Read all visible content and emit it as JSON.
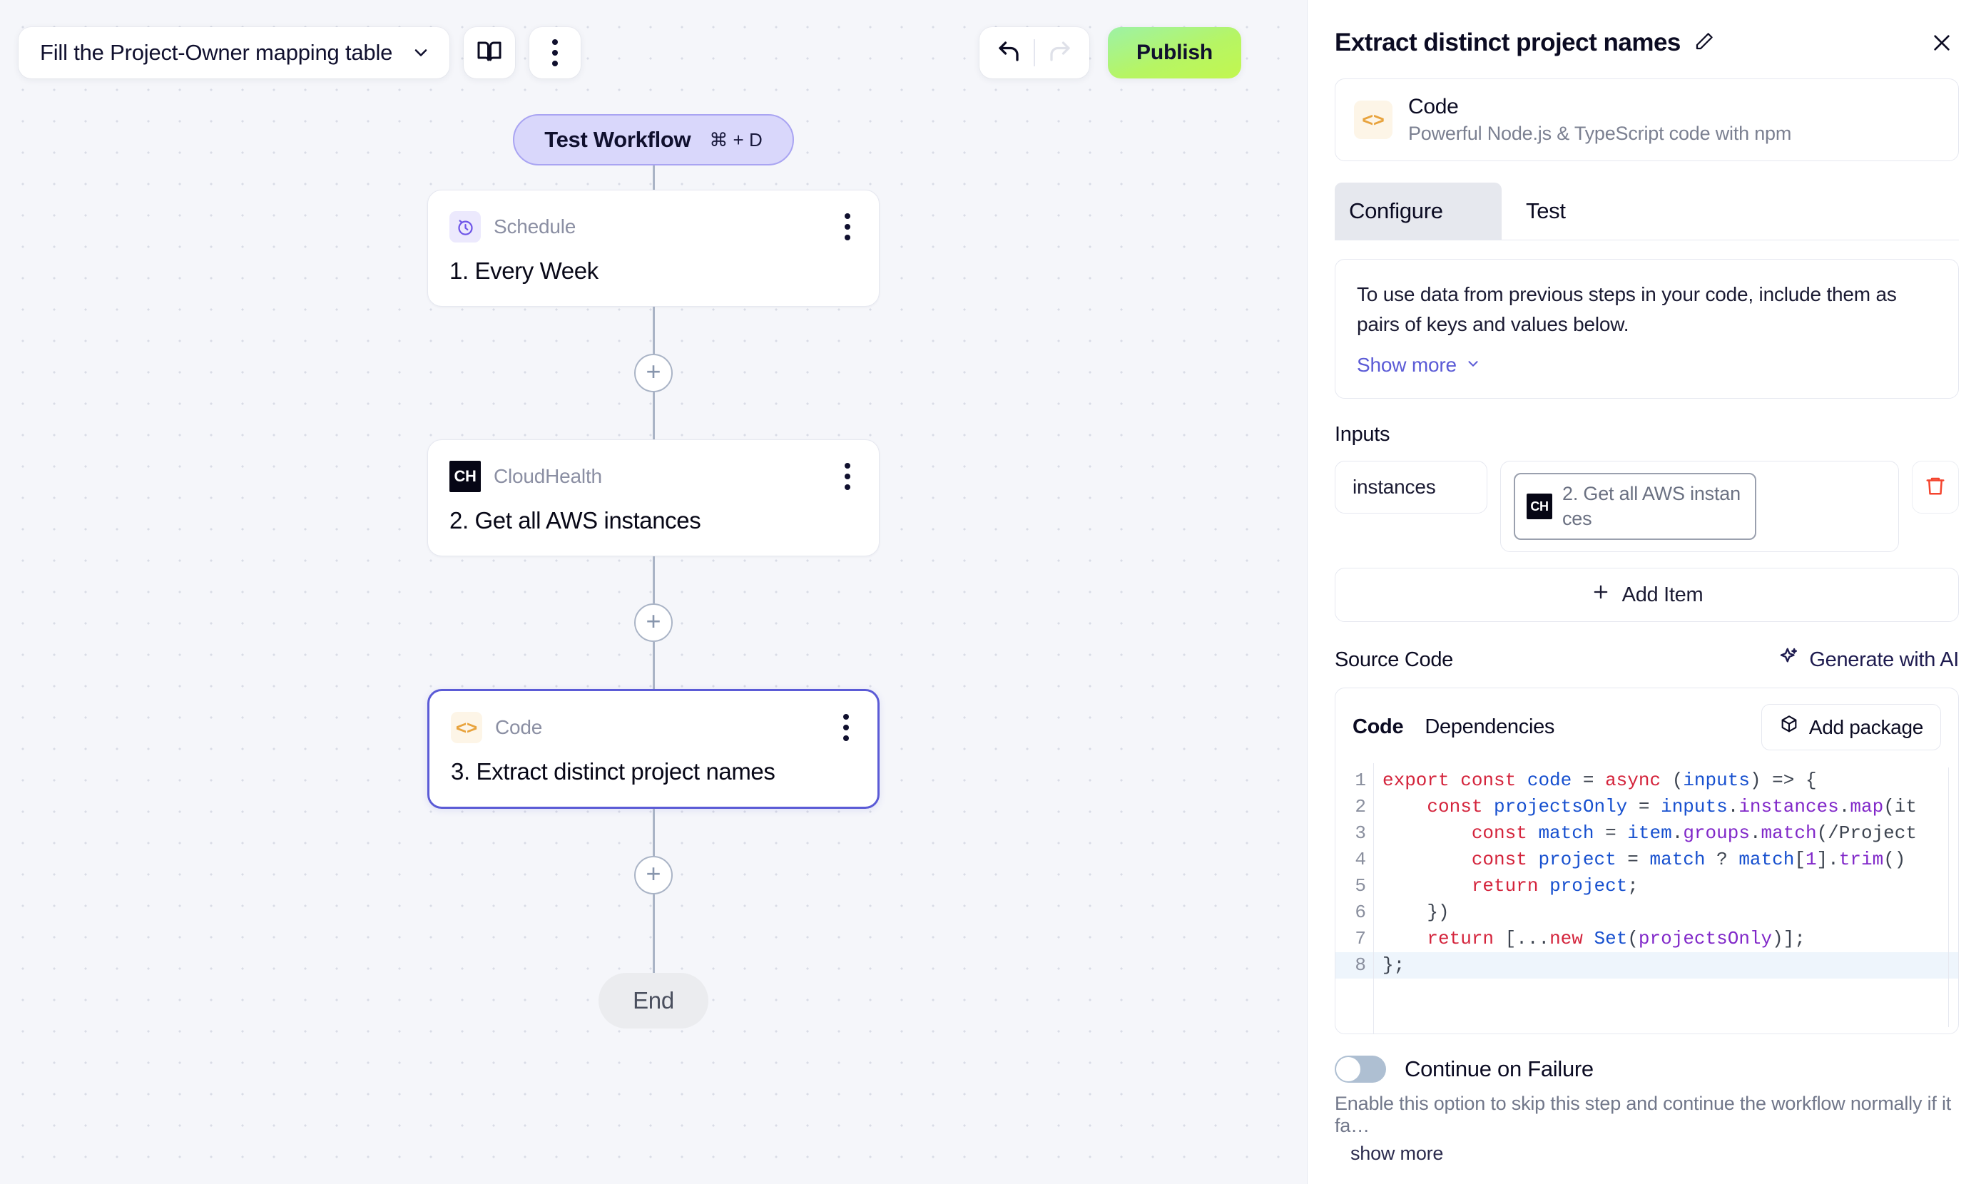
{
  "toolbar": {
    "workflow_name": "Fill the Project-Owner mapping table",
    "chevron_icon": "chevron-down-icon",
    "docs_icon": "book-icon",
    "more_icon": "more-vertical-icon",
    "undo_icon": "undo-icon",
    "redo_icon": "redo-icon",
    "publish_label": "Publish",
    "publish_color": "#b6f564"
  },
  "canvas": {
    "test_button": {
      "label": "Test Workflow",
      "shortcut": "⌘ + D"
    },
    "nodes": [
      {
        "badge": "clock-icon",
        "kind": "Schedule",
        "title": "1. Every Week",
        "selected": false
      },
      {
        "badge": "CH",
        "kind": "CloudHealth",
        "title": "2. Get all AWS instances",
        "selected": false
      },
      {
        "badge": "code-icon",
        "kind": "Code",
        "title": "3. Extract distinct project names",
        "selected": true
      }
    ],
    "add_icon": "plus-icon",
    "end_label": "End"
  },
  "panel": {
    "title": "Extract distinct project names",
    "edit_icon": "pencil-icon",
    "close_icon": "close-icon",
    "node_card": {
      "badge_icon": "code-icon",
      "name": "Code",
      "description": "Powerful Node.js & TypeScript code with npm"
    },
    "tabs": [
      {
        "label": "Configure",
        "active": true
      },
      {
        "label": "Test",
        "active": false
      }
    ],
    "info": {
      "text": "To use data from previous steps in your code, include them as pairs of keys and values below.",
      "show_more": "Show more",
      "show_more_icon": "chevron-down-icon"
    },
    "inputs": {
      "label": "Inputs",
      "rows": [
        {
          "key": "instances",
          "chip_badge": "CH",
          "chip_text": "2. Get all AWS instances",
          "delete_icon": "trash-icon"
        }
      ],
      "add_item_label": "Add Item",
      "add_item_icon": "plus-icon"
    },
    "source_code": {
      "label": "Source Code",
      "generate_label": "Generate with AI",
      "generate_icon": "sparkle-icon",
      "tabs": [
        {
          "label": "Code",
          "active": true
        },
        {
          "label": "Dependencies",
          "active": false
        }
      ],
      "add_package_label": "Add package",
      "add_package_icon": "package-icon",
      "current_line": 8,
      "lines": [
        {
          "n": 1,
          "tokens": [
            [
              "kw",
              "export const"
            ],
            [
              "pl",
              " "
            ],
            [
              "vr",
              "code"
            ],
            [
              "pl",
              " = "
            ],
            [
              "kw",
              "async"
            ],
            [
              "pl",
              " ("
            ],
            [
              "vr",
              "inputs"
            ],
            [
              "pl",
              ") => {"
            ]
          ]
        },
        {
          "n": 2,
          "tokens": [
            [
              "pl",
              "    "
            ],
            [
              "kw",
              "const"
            ],
            [
              "pl",
              " "
            ],
            [
              "vr",
              "projectsOnly"
            ],
            [
              "pl",
              " = "
            ],
            [
              "vr",
              "inputs"
            ],
            [
              "pl",
              "."
            ],
            [
              "pr",
              "instances"
            ],
            [
              "pl",
              "."
            ],
            [
              "pr",
              "map"
            ],
            [
              "pl",
              "(it"
            ]
          ]
        },
        {
          "n": 3,
          "tokens": [
            [
              "pl",
              "        "
            ],
            [
              "kw",
              "const"
            ],
            [
              "pl",
              " "
            ],
            [
              "vr",
              "match"
            ],
            [
              "pl",
              " = "
            ],
            [
              "vr",
              "item"
            ],
            [
              "pl",
              "."
            ],
            [
              "pr",
              "groups"
            ],
            [
              "pl",
              "."
            ],
            [
              "pr",
              "match"
            ],
            [
              "pl",
              "(/Project"
            ]
          ]
        },
        {
          "n": 4,
          "tokens": [
            [
              "pl",
              "        "
            ],
            [
              "kw",
              "const"
            ],
            [
              "pl",
              " "
            ],
            [
              "vr",
              "project"
            ],
            [
              "pl",
              " = "
            ],
            [
              "vr",
              "match"
            ],
            [
              "pl",
              " ? "
            ],
            [
              "vr",
              "match"
            ],
            [
              "pl",
              "["
            ],
            [
              "pr",
              "1"
            ],
            [
              "pl",
              "]."
            ],
            [
              "pr",
              "trim"
            ],
            [
              "pl",
              "()"
            ]
          ]
        },
        {
          "n": 5,
          "tokens": [
            [
              "pl",
              "        "
            ],
            [
              "kw",
              "return"
            ],
            [
              "pl",
              " "
            ],
            [
              "vr",
              "project"
            ],
            [
              "pl",
              ";"
            ]
          ]
        },
        {
          "n": 6,
          "tokens": [
            [
              "pl",
              "    })"
            ]
          ]
        },
        {
          "n": 7,
          "tokens": [
            [
              "pl",
              "    "
            ],
            [
              "kw",
              "return"
            ],
            [
              "pl",
              " [..."
            ],
            [
              "kw",
              "new"
            ],
            [
              "pl",
              " "
            ],
            [
              "vr",
              "Set"
            ],
            [
              "pl",
              "("
            ],
            [
              "pr",
              "projectsOnly"
            ],
            [
              "pl",
              ")];"
            ]
          ]
        },
        {
          "n": 8,
          "tokens": [
            [
              "pl",
              "};"
            ]
          ]
        }
      ]
    },
    "continue_on_failure": {
      "label": "Continue on Failure",
      "enabled": false,
      "description": "Enable this option to skip this step and continue the workflow normally if it fa…",
      "show_more": "show more"
    }
  }
}
